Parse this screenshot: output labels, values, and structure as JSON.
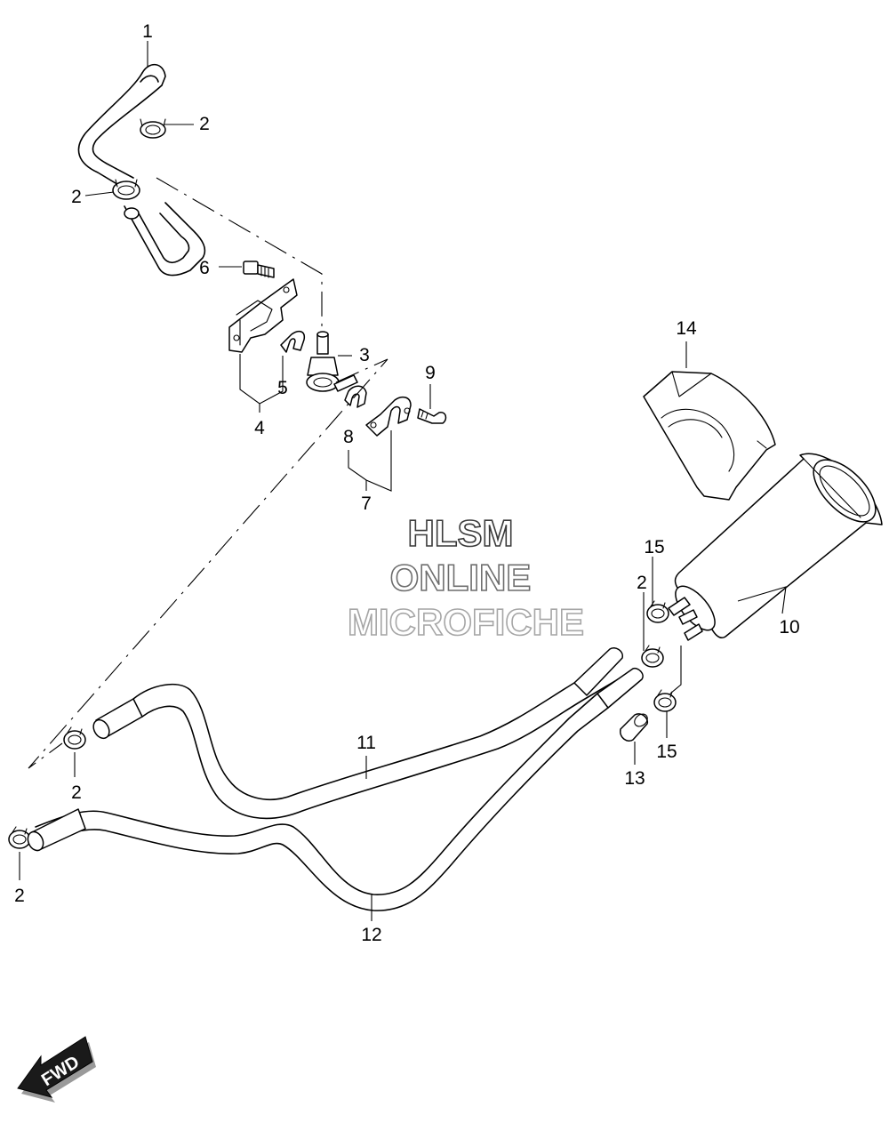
{
  "callouts": {
    "c1": "1",
    "c2a": "2",
    "c2b": "2",
    "c2c": "2",
    "c2d": "2",
    "c2e": "2",
    "c3": "3",
    "c4": "4",
    "c5": "5",
    "c6": "6",
    "c7": "7",
    "c8": "8",
    "c9": "9",
    "c10": "10",
    "c11": "11",
    "c12": "12",
    "c13": "13",
    "c14": "14",
    "c15a": "15",
    "c15b": "15"
  },
  "watermark": {
    "line1": "HLSM",
    "line2": "ONLINE",
    "line3": "MICROFICHE"
  },
  "fwd_label": "FWD",
  "colors": {
    "line": "#000000",
    "background": "#ffffff",
    "watermark_dark": "#3a3a3a",
    "watermark_mid": "#6e6e6e",
    "watermark_light": "#a6a6a6"
  }
}
